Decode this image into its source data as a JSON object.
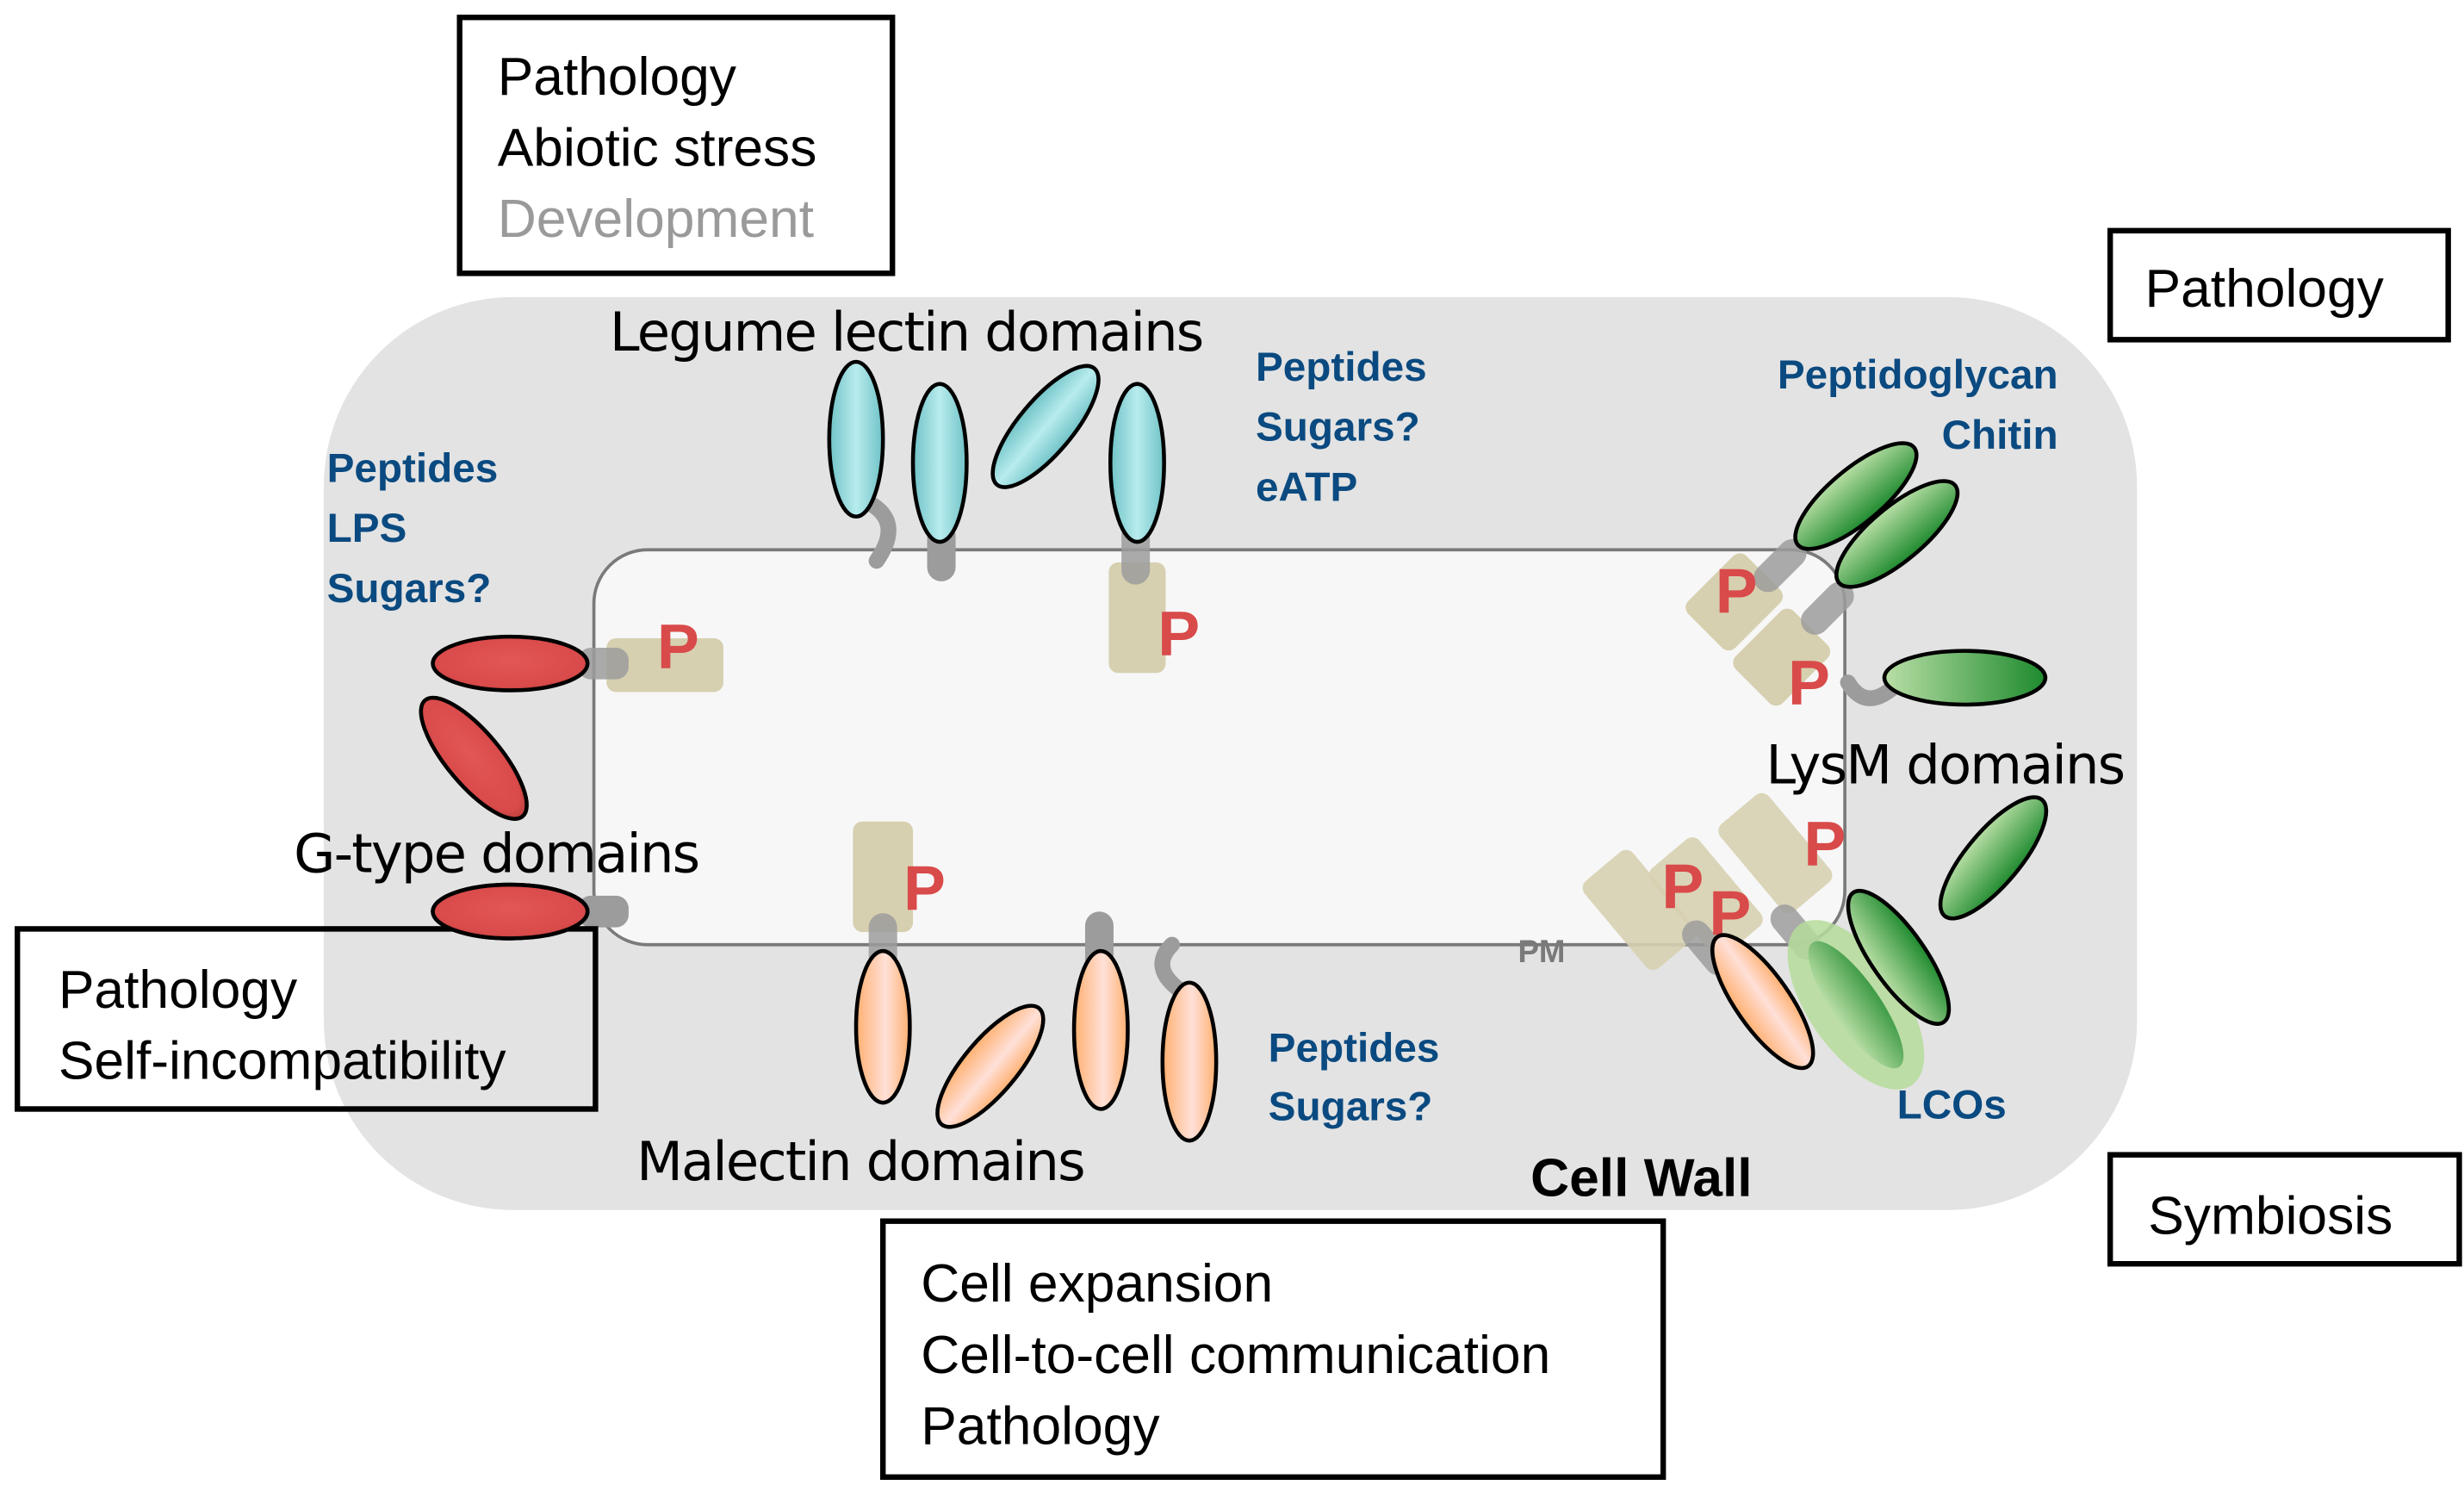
{
  "figure": {
    "title": "Plant lectin receptor-like kinase classes at the cell wall / plasma membrane",
    "colors": {
      "cell_wall": "#e3e3e3",
      "cytoplasm": "#f7f7f7",
      "legume_lectin": "#8fd3d6",
      "g_type": "#d94a4a",
      "malectin": "#ffbb80",
      "lysm": "#3fa33f",
      "kinase": "#d6d0b0",
      "phospho": "#d94a4a",
      "ligand_text": "#0a4a80"
    }
  },
  "function_boxes": {
    "top_left": {
      "lines": [
        "Pathology",
        "Abiotic stress",
        "Development"
      ]
    },
    "top_right": {
      "lines": [
        "Pathology"
      ]
    },
    "bottom_left": {
      "lines": [
        "Pathology",
        "Self-incompatibility"
      ]
    },
    "bottom_center": {
      "lines": [
        "Cell expansion",
        "Cell-to-cell communication",
        "Pathology"
      ]
    },
    "bottom_right": {
      "lines": [
        "Symbiosis"
      ]
    }
  },
  "domain_labels": {
    "legume_lectin": "Legume lectin domains",
    "g_type": "G-type domains",
    "malectin": "Malectin domains",
    "lysm": "LysM domains"
  },
  "ligands": {
    "g_type": [
      "Peptides",
      "LPS",
      "Sugars?"
    ],
    "legume_lectin": [
      "Peptides",
      "Sugars?",
      "eATP"
    ],
    "lysm_top": [
      "Peptidoglycan",
      "Chitin"
    ],
    "malectin": [
      "Peptides",
      "Sugars?"
    ],
    "lysm_bottom": [
      "LCOs"
    ]
  },
  "compartments": {
    "plasma_membrane": "PM",
    "cell_wall": "Cell Wall"
  },
  "phospho_symbol": "P"
}
